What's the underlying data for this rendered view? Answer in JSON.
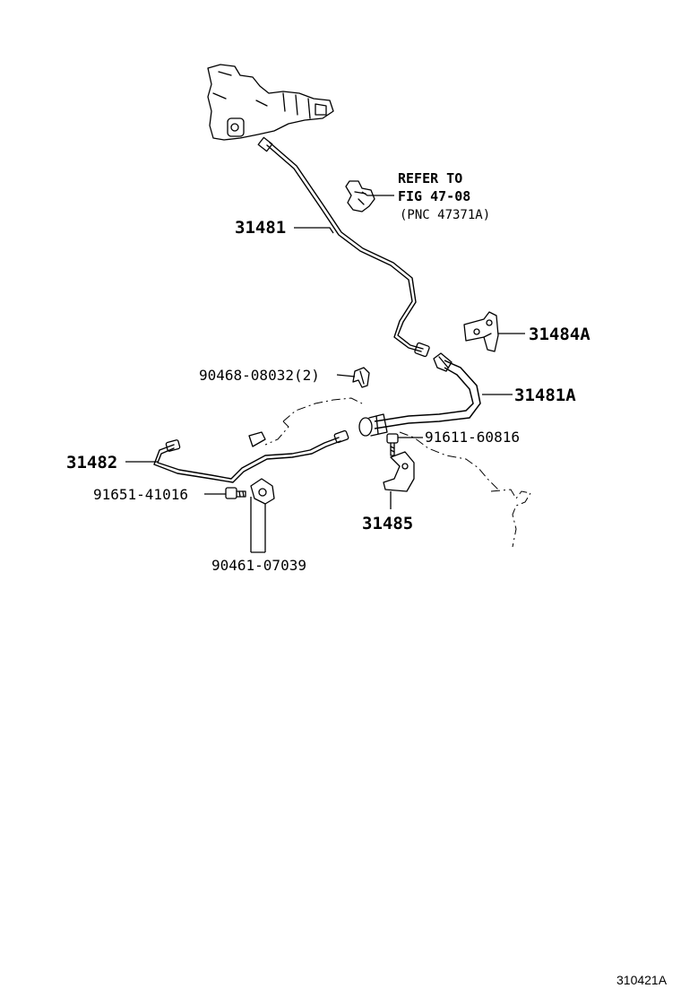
{
  "diagram": {
    "labels": {
      "p31481": "31481",
      "refer_line1": "REFER TO",
      "refer_line2": "FIG 47-08",
      "refer_line3": "(PNC 47371A)",
      "p31484A": "31484A",
      "p90468": "90468-08032(2)",
      "p31481A": "31481A",
      "p91611": "91611-60816",
      "p31482": "31482",
      "p91651": "91651-41016",
      "p31485": "31485",
      "p90461": "90461-07039"
    },
    "figure_code": "310421A"
  }
}
